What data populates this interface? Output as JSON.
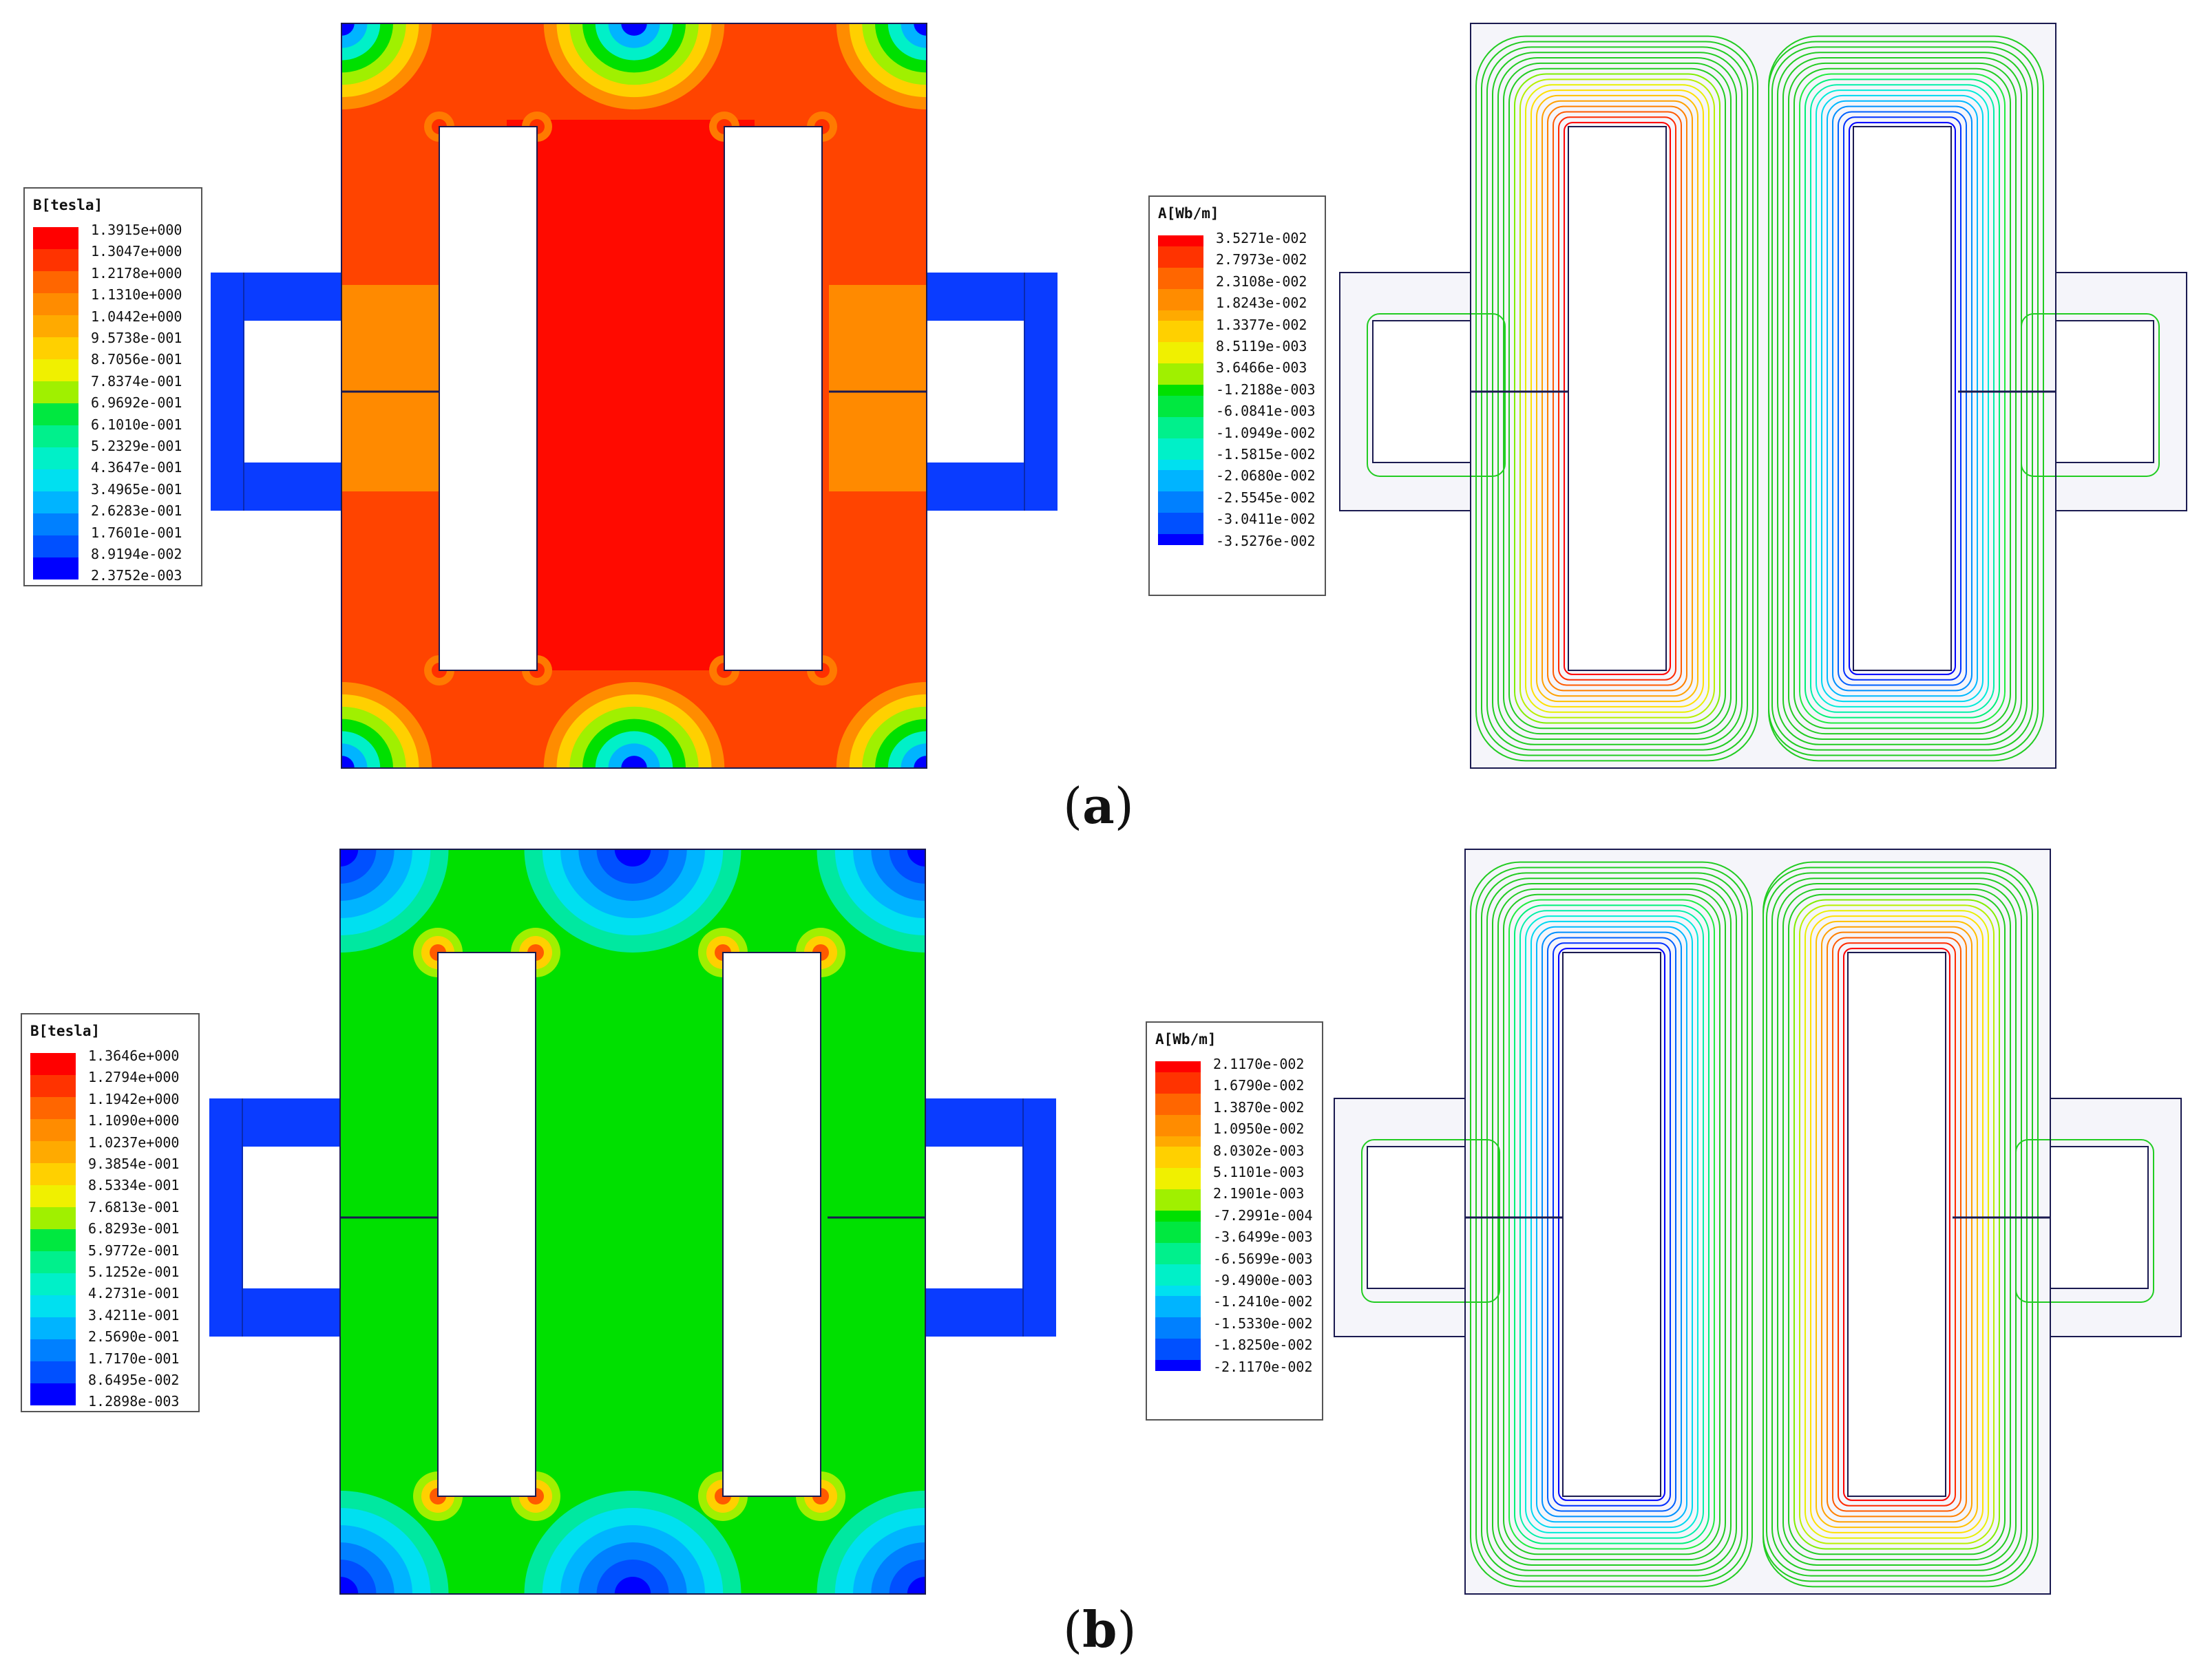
{
  "panels": [
    {
      "label": "a",
      "b_legend": {
        "title": "B[tesla]",
        "values": [
          "1.3915e+000",
          "1.3047e+000",
          "1.2178e+000",
          "1.1310e+000",
          "1.0442e+000",
          "9.5738e-001",
          "8.7056e-001",
          "7.8374e-001",
          "6.9692e-001",
          "6.1010e-001",
          "5.2329e-001",
          "4.3647e-001",
          "3.4965e-001",
          "2.6283e-001",
          "1.7601e-001",
          "8.9194e-002",
          "2.3752e-003"
        ]
      },
      "a_legend": {
        "title": "A[Wb/m]",
        "values": [
          "3.5271e-002",
          "2.7973e-002",
          "2.3108e-002",
          "1.8243e-002",
          "1.3377e-002",
          "8.5119e-003",
          "3.6466e-003",
          "-1.2188e-003",
          "-6.0841e-003",
          "-1.0949e-002",
          "-1.5815e-002",
          "-2.0680e-002",
          "-2.5545e-002",
          "-3.0411e-002",
          "-3.5276e-002"
        ]
      },
      "core_state": "saturated",
      "left_window_polarity": "positive"
    },
    {
      "label": "b",
      "b_legend": {
        "title": "B[tesla]",
        "values": [
          "1.3646e+000",
          "1.2794e+000",
          "1.1942e+000",
          "1.1090e+000",
          "1.0237e+000",
          "9.3854e-001",
          "8.5334e-001",
          "7.6813e-001",
          "6.8293e-001",
          "5.9772e-001",
          "5.1252e-001",
          "4.2731e-001",
          "3.4211e-001",
          "2.5690e-001",
          "1.7170e-001",
          "8.6495e-002",
          "1.2898e-003"
        ]
      },
      "a_legend": {
        "title": "A[Wb/m]",
        "values": [
          "2.1170e-002",
          "1.6790e-002",
          "1.3870e-002",
          "1.0950e-002",
          "8.0302e-003",
          "5.1101e-003",
          "2.1901e-003",
          "-7.2991e-004",
          "-3.6499e-003",
          "-6.5699e-003",
          "-9.4900e-003",
          "-1.2410e-002",
          "-1.5330e-002",
          "-1.8250e-002",
          "-2.1170e-002"
        ]
      },
      "core_state": "unsaturated",
      "left_window_polarity": "negative"
    }
  ],
  "colors": {
    "scale": [
      "#ff0000",
      "#ff3300",
      "#ff6600",
      "#ff8c00",
      "#ffaa00",
      "#ffd000",
      "#f0f000",
      "#a0f000",
      "#00e000",
      "#00e840",
      "#00f08c",
      "#00f0c8",
      "#00e0f0",
      "#00b4ff",
      "#0080ff",
      "#0050ff",
      "#0000ff"
    ],
    "outline": "#1a1a50",
    "field_bg": "#f5f5fa",
    "flux_green": "#22cc22"
  }
}
